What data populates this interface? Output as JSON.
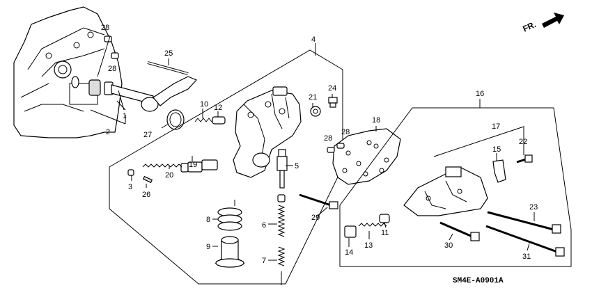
{
  "diagram": {
    "code": "SM4E-A0901A",
    "direction_label": "FR.",
    "callouts": [
      "1",
      "2",
      "3",
      "4",
      "5",
      "6",
      "7",
      "8",
      "9",
      "10",
      "11",
      "12",
      "13",
      "14",
      "15",
      "16",
      "17",
      "18",
      "19",
      "20",
      "21",
      "22",
      "23",
      "24",
      "25",
      "26",
      "27",
      "28",
      "28",
      "28",
      "29",
      "30",
      "31"
    ]
  }
}
